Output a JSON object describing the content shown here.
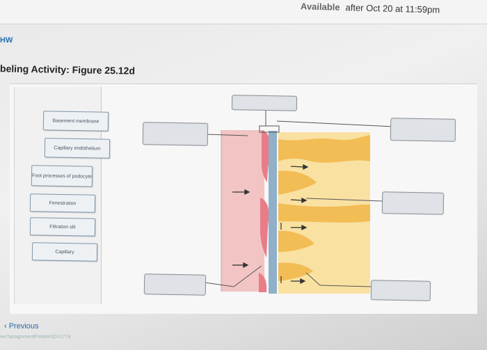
{
  "header": {
    "availability_prefix": "Available",
    "availability_text": "after Oct 20 at 11:59pm"
  },
  "tab": {
    "label": "HW"
  },
  "activity": {
    "title": "beling Activity: Figure 25.12d"
  },
  "label_bank": {
    "items": [
      {
        "label": "Basement membrane"
      },
      {
        "label": "Capillary endothelium"
      },
      {
        "label": "Foot processes of podocyte"
      },
      {
        "label": "Fenestration"
      },
      {
        "label": "Filtration slit"
      },
      {
        "label": "Capillary"
      }
    ]
  },
  "drop_targets": [
    {
      "label": ""
    },
    {
      "label": ""
    },
    {
      "label": ""
    },
    {
      "label": ""
    },
    {
      "label": ""
    },
    {
      "label": ""
    }
  ],
  "footer": {
    "previous_label": "‹ Previous",
    "url_text": "ew?assignmentProblemID=1774"
  },
  "colors": {
    "blood_region": "#f2c4c4",
    "endothelium": "#e87c88",
    "basement_membrane": "#8fb0c8",
    "podocyte": "#f2bd55",
    "urinary_space": "#f9e1a2"
  },
  "icons": {
    "flow_arrow": "arrow-right-icon",
    "previous": "chevron-left-icon"
  }
}
